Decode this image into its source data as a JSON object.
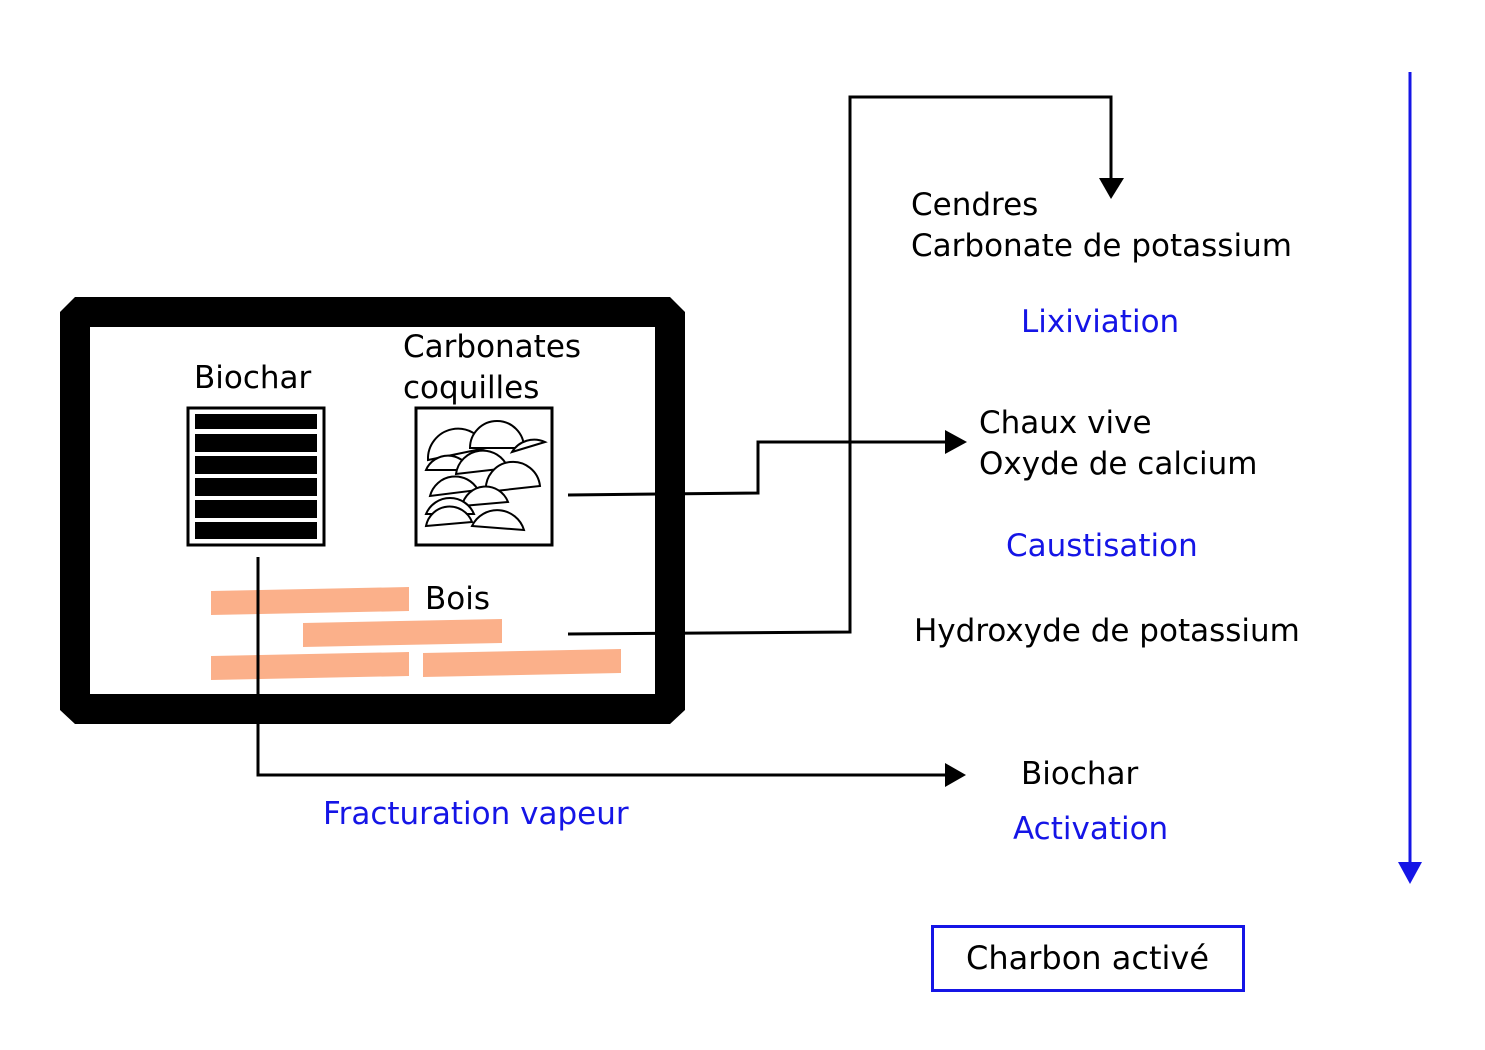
{
  "kiln": {
    "biochar_label": "Biochar",
    "carbonates_label_line1": "Carbonates",
    "carbonates_label_line2": "coquilles",
    "wood_label": "Bois"
  },
  "products": {
    "ash_line1": "Cendres",
    "ash_line2": "Carbonate de potassium",
    "lime_line1": "Chaux vive",
    "lime_line2": "Oxyde de calcium",
    "hydroxide": "Hydroxyde de potassium",
    "biochar": "Biochar"
  },
  "processes": {
    "lixiviation": "Lixiviation",
    "caustisation": "Caustisation",
    "fracturation": "Fracturation vapeur",
    "activation": "Activation"
  },
  "result": {
    "label": "Charbon activé"
  },
  "colors": {
    "process_text": "#1515e6",
    "process_arrow": "#1515e6",
    "wood": "#fbb08a",
    "kiln_frame": "#000000"
  }
}
